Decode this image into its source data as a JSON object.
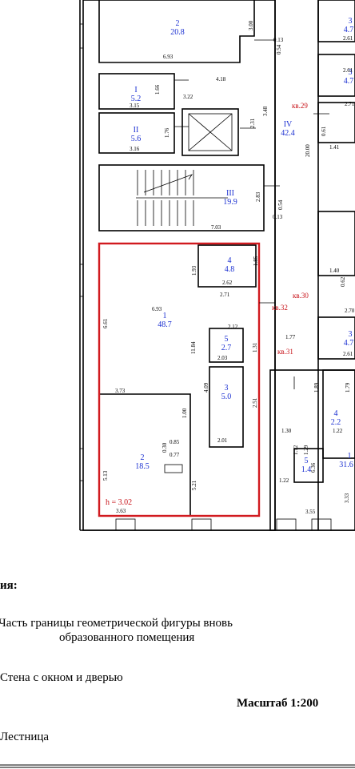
{
  "rooms": [
    {
      "num": "2",
      "area": "20.8"
    },
    {
      "num": "I",
      "area": "5.2"
    },
    {
      "num": "II",
      "area": "5.6"
    },
    {
      "num": "IV",
      "area": "42.4"
    },
    {
      "num": "III",
      "area": "19.9"
    },
    {
      "num": "4",
      "area": "4.8"
    },
    {
      "num": "1",
      "area": "48.7"
    },
    {
      "num": "5",
      "area": "2.7"
    },
    {
      "num": "3",
      "area": "5.0"
    },
    {
      "num": "2",
      "area": "18.5"
    },
    {
      "num": "4",
      "area": "2.2"
    },
    {
      "num": "5",
      "area": "1.4"
    },
    {
      "num": "1",
      "area": "31.6"
    },
    {
      "num": "3",
      "area": "4.7"
    },
    {
      "num": "3",
      "area": "4.7"
    },
    {
      "num": "3",
      "area": "4.7"
    }
  ],
  "dims": [
    "6.93",
    "3.00",
    "0.13",
    "0.54",
    "4.18",
    "1.66",
    "3.15",
    "3.22",
    "1.76",
    "3.16",
    "2.31",
    "3.48",
    "20.00",
    "0.61",
    "1.41",
    "2.83",
    "0.54",
    "0.13",
    "7.03",
    "2.61",
    "2.61",
    "2.71",
    "1.93",
    "1.85",
    "2.62",
    "2.71",
    "6.93",
    "6.61",
    "2.12",
    "11.84",
    "1.31",
    "2.03",
    "4.09",
    "2.51",
    "2.01",
    "3.73",
    "1.00",
    "0.30",
    "0.85",
    "0.77",
    "5.13",
    "5.21",
    "3.63",
    "1.40",
    "0.62",
    "2.70",
    "2.61",
    "1.77",
    "1.89",
    "1.79",
    "1.22",
    "1.30",
    "1.12",
    "1.29",
    "1.22",
    "6.36",
    "3.33",
    "3.55"
  ],
  "apartments": [
    "кв.29",
    "кв.30",
    "кв.32",
    "кв.31"
  ],
  "height_label": "h = 3.02",
  "legend": {
    "heading": "ия:",
    "item1_line1": "Часть границы геометрической фигуры вновь",
    "item1_line2": "образованного помещения",
    "item2": "Стена с окном и дверью",
    "item3": "Лестница",
    "scale": "Масштаб 1:200"
  },
  "colors": {
    "boundary": "#d11a1f",
    "labels": "#1a2fd1",
    "apartments": "#c8141a"
  }
}
